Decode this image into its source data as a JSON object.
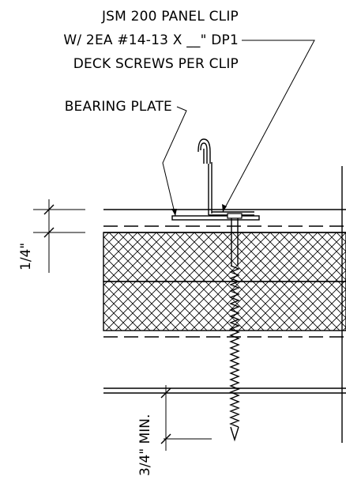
{
  "callouts": {
    "clip_line1": "JSM 200 PANEL CLIP",
    "clip_line2": "W/ 2EA #14-13 X __\" DP1",
    "clip_line3": "DECK SCREWS PER CLIP",
    "bearing_plate": "BEARING PLATE"
  },
  "dimensions": {
    "plate_thickness": "1/4\"",
    "screw_penetration": "3/4\" MIN."
  }
}
